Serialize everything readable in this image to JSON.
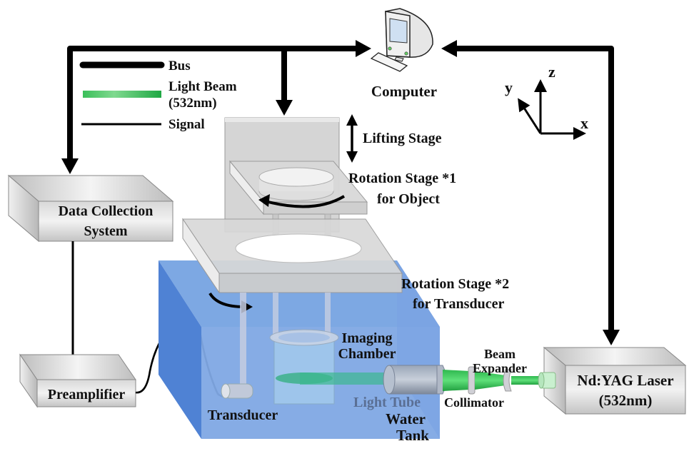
{
  "legend": {
    "bus": "Bus",
    "light_beam_line1": "Light Beam",
    "light_beam_line2": "(532nm)",
    "signal": "Signal"
  },
  "labels": {
    "computer": "Computer",
    "lifting_stage": "Lifting Stage",
    "rotation1_line1": "Rotation Stage *1",
    "rotation1_line2": "for Object",
    "rotation2_line1": "Rotation Stage *2",
    "rotation2_line2": "for Transducer",
    "data_collection_line1": "Data Collection",
    "data_collection_line2": "System",
    "preamplifier": "Preamplifier",
    "transducer": "Transducer",
    "imaging_chamber_line1": "Imaging",
    "imaging_chamber_line2": "Chamber",
    "light_tube": "Light Tube",
    "water_tank_line1": "Water",
    "water_tank_line2": "Tank",
    "collimator": "Collimator",
    "beam_expander_line1": "Beam",
    "beam_expander_line2": "Expander",
    "laser_line1": "Nd:YAG Laser",
    "laser_line2": "(532nm)"
  },
  "axes": {
    "x": "x",
    "y": "y",
    "z": "z"
  },
  "colors": {
    "bus": "#000000",
    "beam": "#2db84d",
    "water": "#5b8fd8",
    "box": "#cfcfcf"
  }
}
